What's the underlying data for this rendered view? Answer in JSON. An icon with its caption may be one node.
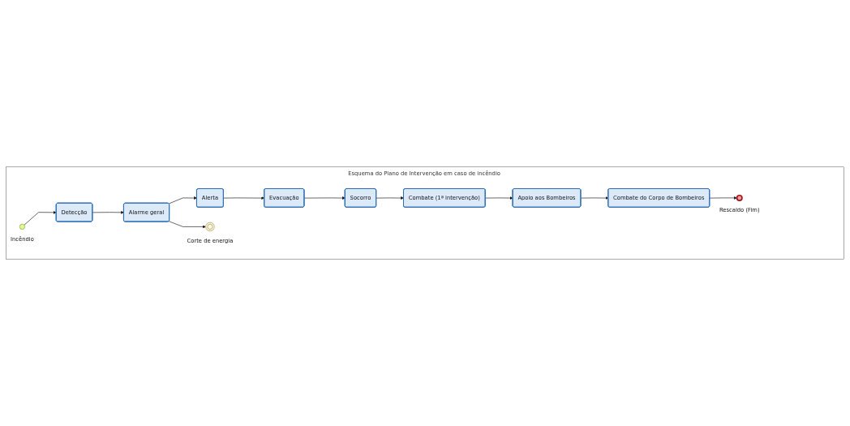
{
  "diagram": {
    "nodes": [
      {
        "text": [
          "Esquema do Plano de Intervenção em caso de incêndio"
        ]
      },
      {
        "text": [],
        "shape": "circle",
        "beside": [
          "Incêndio"
        ],
        "in": 0
      },
      {
        "text": [
          "Detecção"
        ],
        "in": 0
      },
      {
        "text": [
          "Alarme geral"
        ],
        "in": 0
      },
      {
        "text": [],
        "shape": "circle",
        "beside": [
          "Corte de energia"
        ],
        "in": 0
      },
      {
        "text": [
          "Alerta"
        ],
        "in": 0
      },
      {
        "text": [
          "Evacuação"
        ],
        "in": 0
      },
      {
        "text": [
          "Socorro"
        ],
        "in": 0
      },
      {
        "text": [
          "Combate (1ª intervenção)"
        ],
        "in": 0
      },
      {
        "text": [
          "Apoio aos Bombeiros"
        ],
        "in": 0
      },
      {
        "text": [
          "Combate do Corpo de Bombeiros"
        ],
        "in": 0
      },
      {
        "text": [],
        "shape": "circle",
        "beside": [
          "Rescaldo (Fim)"
        ],
        "in": 0
      }
    ],
    "edges": [
      {
        "from": 1,
        "to": 2,
        "arrow": "to"
      },
      {
        "from": 2,
        "to": 3,
        "arrow": "to"
      },
      {
        "from": 3,
        "to": 4,
        "arrow": "to"
      },
      {
        "from": 3,
        "to": 5,
        "arrow": "to"
      },
      {
        "from": 5,
        "to": 6,
        "arrow": "to"
      },
      {
        "from": 6,
        "to": 7,
        "arrow": "to"
      },
      {
        "from": 7,
        "to": 8,
        "arrow": "to"
      },
      {
        "from": 8,
        "to": 9,
        "arrow": "to"
      },
      {
        "from": 9,
        "to": 10,
        "arrow": "to"
      },
      {
        "from": 10,
        "to": 11,
        "arrow": "to"
      }
    ]
  }
}
